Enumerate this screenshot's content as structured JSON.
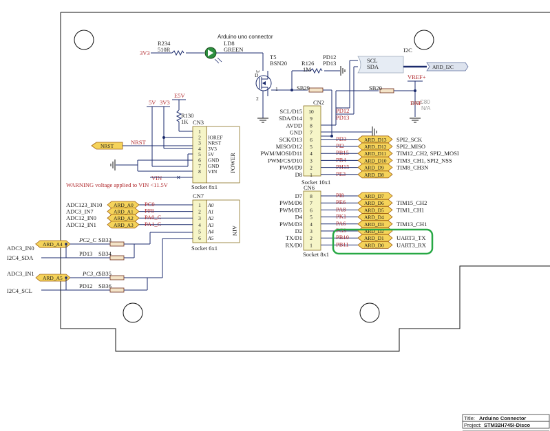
{
  "title_block": {
    "title_label": "Title:",
    "title_value": "Arduino Connector",
    "project_label": "Project:",
    "project_value": "STM32H745I-Disco"
  },
  "led": {
    "ref": "LD8",
    "color": "GREEN",
    "caption": "Arduino uno connector"
  },
  "resistors": {
    "r234": {
      "ref": "R234",
      "value": "510R"
    },
    "r126": {
      "ref": "R126",
      "value": "1M"
    },
    "r130": {
      "ref": "R130",
      "value": "1K"
    }
  },
  "transistor": {
    "ref": "T5",
    "part": "BSN20",
    "pin_d": "D",
    "pin_g": "1",
    "pin_s": "2",
    "pin_3": "3"
  },
  "i2c": {
    "label": "I2C",
    "scl": "SCL",
    "sda": "SDA",
    "pd12": "PD12",
    "pd13": "PD13",
    "tag": "ARD_I2C"
  },
  "power_labels": {
    "v3v3": "3V3",
    "e5v": "E5V",
    "v5v": "5V",
    "v3v3b": "3V3",
    "vref": "VREF+",
    "nrst_tag": "NRST",
    "nrst": "NRST",
    "vin": "VIN"
  },
  "c80": {
    "ref": "C80",
    "value": "N/A",
    "dnf": "DNF"
  },
  "solder_bridges": {
    "sb29": "SB29",
    "sb20": "SB20",
    "sb33": "SB33",
    "sb34": "SB34",
    "sb35": "SB35",
    "sb36": "SB36"
  },
  "warning": "WARNING voltage applied to VIN <11.5V",
  "cn3": {
    "ref": "CN3",
    "caption": "Socket 8x1",
    "group": "POWER",
    "pins": [
      {
        "n": "1",
        "name": ""
      },
      {
        "n": "2",
        "name": "IOREF"
      },
      {
        "n": "3",
        "name": "NRST"
      },
      {
        "n": "4",
        "name": "3V3"
      },
      {
        "n": "5",
        "name": "5V"
      },
      {
        "n": "6",
        "name": "GND"
      },
      {
        "n": "7",
        "name": "GND"
      },
      {
        "n": "8",
        "name": "VIN"
      }
    ]
  },
  "cn7": {
    "ref": "CN7",
    "caption": "Socket 6x1",
    "group": "AIN",
    "pins": [
      {
        "n": "1",
        "name": "A0",
        "net": "PC0",
        "tag": "ARD_A0",
        "fn": "ADC123_IN10"
      },
      {
        "n": "2",
        "name": "A1",
        "net": "PF8",
        "tag": "ARD_A1",
        "fn": "ADC3_IN7"
      },
      {
        "n": "3",
        "name": "A2",
        "net": "PA0_C",
        "tag": "ARD_A2",
        "fn": "ADC12_IN0"
      },
      {
        "n": "4",
        "name": "A3",
        "net": "PA1_C",
        "tag": "ARD_A3",
        "fn": "ADC12_IN1"
      },
      {
        "n": "5",
        "name": "A4",
        "net": "",
        "tag": "",
        "fn": ""
      },
      {
        "n": "6",
        "name": "A5",
        "net": "",
        "tag": "",
        "fn": ""
      }
    ]
  },
  "left_block": {
    "a4": {
      "fn": "ADC3_IN0",
      "tag": "ARD_A4",
      "net": "PC2_C",
      "alt_fn": "I2C4_SDA",
      "alt_net": "PD13"
    },
    "a5": {
      "fn": "ADC3_IN1",
      "tag": "ARD_A5",
      "net": "PC3_C",
      "alt_fn": "I2C4_SCL",
      "alt_net": "PD12"
    }
  },
  "cn2": {
    "ref": "CN2",
    "caption": "Socket 10x1",
    "pins": [
      {
        "n": "10",
        "name": "SCL/D15",
        "net": "PD12",
        "tag": "",
        "fn": ""
      },
      {
        "n": "9",
        "name": "SDA/D14",
        "net": "PD13",
        "tag": "",
        "fn": ""
      },
      {
        "n": "8",
        "name": "AVDD",
        "net": "",
        "tag": "",
        "fn": ""
      },
      {
        "n": "7",
        "name": "GND",
        "net": "",
        "tag": "",
        "fn": ""
      },
      {
        "n": "6",
        "name": "SCK/D13",
        "net": "PD3",
        "tag": "ARD_D13",
        "fn": "SPI2_SCK"
      },
      {
        "n": "5",
        "name": "MISO/D12",
        "net": "PI2",
        "tag": "ARD_D12",
        "fn": "SPI2_MISO"
      },
      {
        "n": "4",
        "name": "PWM/MOSI/D11",
        "net": "PB15",
        "tag": "ARD_D11",
        "fn": "TIM12_CH2, SPI2_MOSI"
      },
      {
        "n": "3",
        "name": "PWM/CS/D10",
        "net": "PB4",
        "tag": "ARD_D10",
        "fn": "TIM3_CH1, SPI2_NSS"
      },
      {
        "n": "2",
        "name": "PWM/D9",
        "net": "PH15",
        "tag": "ARD_D9",
        "fn": "TIM8_CH3N"
      },
      {
        "n": "1",
        "name": "D8",
        "net": "PE3",
        "tag": "ARD_D8",
        "fn": ""
      }
    ]
  },
  "cn6": {
    "ref": "CN6",
    "caption": "Socket 8x1",
    "pins": [
      {
        "n": "8",
        "name": "D7",
        "net": "PI8",
        "tag": "ARD_D7",
        "fn": ""
      },
      {
        "n": "7",
        "name": "PWM/D6",
        "net": "PE6",
        "tag": "ARD_D6",
        "fn": "TIM15_CH2"
      },
      {
        "n": "6",
        "name": "PWM/D5",
        "net": "PA8",
        "tag": "ARD_D5",
        "fn": "TIM1_CH1"
      },
      {
        "n": "5",
        "name": "D4",
        "net": "PK1",
        "tag": "ARD_D4",
        "fn": ""
      },
      {
        "n": "4",
        "name": "PWM/D3",
        "net": "PA6",
        "tag": "ARD_D3",
        "fn": "TIM13_CH1"
      },
      {
        "n": "3",
        "name": "D2",
        "net": "PG3",
        "tag": "ARD_D2",
        "fn": ""
      },
      {
        "n": "2",
        "name": "TX/D1",
        "net": "PB10",
        "tag": "ARD_D1",
        "fn": "UART3_TX"
      },
      {
        "n": "1",
        "name": "RX/D0",
        "net": "PB11",
        "tag": "ARD_D0",
        "fn": "UART3_RX"
      }
    ]
  },
  "highlight_color": "#27a844"
}
